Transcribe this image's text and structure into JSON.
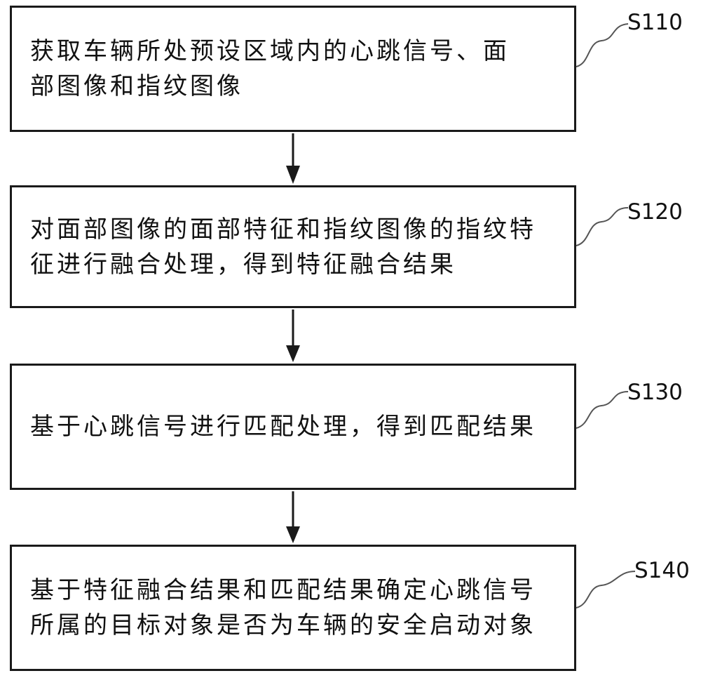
{
  "steps": [
    {
      "id": "S110",
      "label": "S110",
      "text": "获取车辆所处预设区域内的心跳信号、面\n部图像和指纹图像"
    },
    {
      "id": "S120",
      "label": "S120",
      "text": "对面部图像的面部特征和指纹图像的指纹特\n征进行融合处理，得到特征融合结果"
    },
    {
      "id": "S130",
      "label": "S130",
      "text": "基于心跳信号进行匹配处理，得到匹配结果"
    },
    {
      "id": "S140",
      "label": "S140",
      "text": "基于特征融合结果和匹配结果确定心跳信号\n所属的目标对象是否为车辆的安全启动对象"
    }
  ]
}
